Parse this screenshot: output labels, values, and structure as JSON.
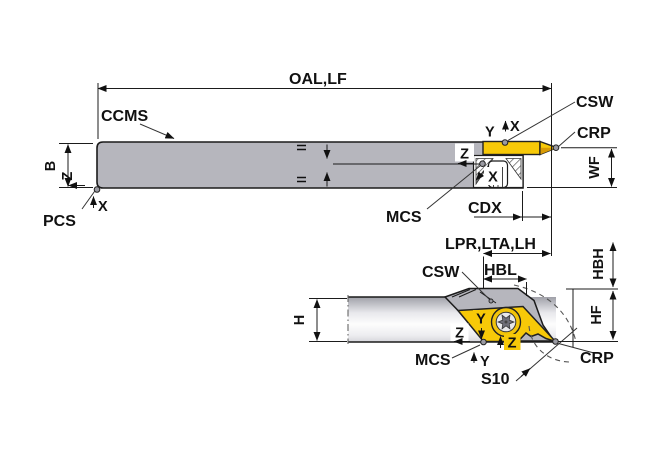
{
  "colors": {
    "insert_yellow": "#F7C908",
    "insert_shadow": "#D89B05",
    "steel_gray": "#B6B6BD",
    "outline": "#1B1B1B"
  },
  "top_view": {
    "dim_oal": "OAL,LF",
    "label_ccms": "CCMS",
    "dim_b": "B",
    "dim_wf": "WF",
    "dim_cdx": "CDX",
    "label_csw": "CSW",
    "label_crp": "CRP",
    "label_mcs": "MCS",
    "label_pcs": "PCS",
    "axis_x": "X",
    "axis_y": "Y",
    "axis_z": "Z"
  },
  "side_view": {
    "dim_lpr": "LPR,LTA,LH",
    "dim_hbl": "HBL",
    "dim_hbh": "HBH",
    "dim_hf": "HF",
    "dim_h": "H",
    "label_csw": "CSW",
    "label_crp": "CRP",
    "label_mcs": "MCS",
    "angle_s10": "S10",
    "axis_x": "X",
    "axis_y": "Y",
    "axis_z": "Z"
  }
}
